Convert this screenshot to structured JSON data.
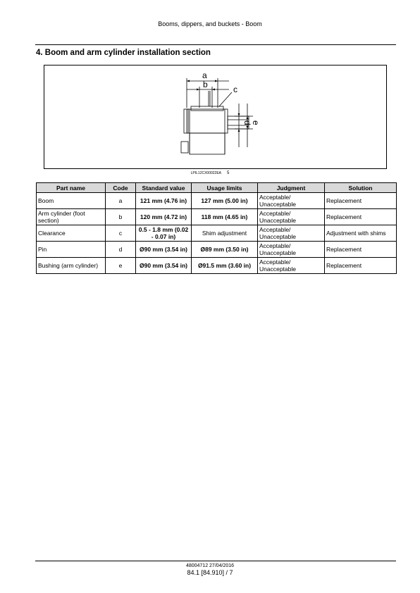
{
  "header": {
    "title": "Booms, dippers, and buckets - Boom"
  },
  "section": {
    "title": "4.  Boom and arm cylinder installation section"
  },
  "figure": {
    "caption_code": "LPIL12CX00022EA",
    "caption_number": "5",
    "labels": {
      "a": "a",
      "b": "b",
      "c": "c",
      "d": "d",
      "e": "e"
    }
  },
  "table": {
    "headers": [
      "Part name",
      "Code",
      "Standard value",
      "Usage limits",
      "Judgment",
      "Solution"
    ],
    "rows": [
      [
        "Boom",
        "a",
        "121 mm (4.76 in)",
        "127 mm (5.00 in)",
        "Acceptable/ Unacceptable",
        "Replacement"
      ],
      [
        "Arm cylinder (foot section)",
        "b",
        "120 mm (4.72 in)",
        "118 mm (4.65 in)",
        "Acceptable/ Unacceptable",
        "Replacement"
      ],
      [
        "Clearance",
        "c",
        "0.5 - 1.8 mm (0.02 - 0.07 in)",
        "Shim adjustment",
        "Acceptable/ Unacceptable",
        "Adjustment with shims"
      ],
      [
        "Pin",
        "d",
        "Ø90 mm (3.54 in)",
        "Ø89 mm (3.50 in)",
        "Acceptable/ Unacceptable",
        "Replacement"
      ],
      [
        "Bushing (arm cylinder)",
        "e",
        "Ø90 mm (3.54 in)",
        "Ø91.5 mm (3.60 in)",
        "Acceptable/ Unacceptable",
        "Replacement"
      ]
    ]
  },
  "footer": {
    "doc_number": "48004712 27/04/2016",
    "page_ref": "84.1 [84.910] / 7"
  }
}
